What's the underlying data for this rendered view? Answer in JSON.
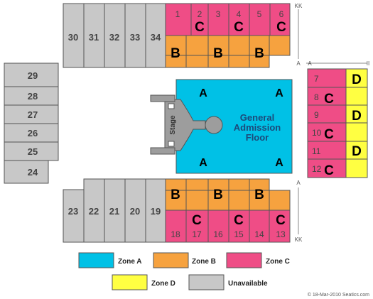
{
  "colors": {
    "zone_a": "#00c1e6",
    "zone_b": "#f6a23f",
    "zone_c": "#ef4d86",
    "zone_d": "#ffff42",
    "unavailable": "#c8c8c8",
    "stage": "#9d9d9d",
    "outline": "#555555",
    "label": "#1c4a7a"
  },
  "row_markers": {
    "kk_top": "KK",
    "a_top_left": "A",
    "a_top_right": "A",
    "ii_top_right": "II",
    "a_bottom": "A",
    "kk_bottom": "KK"
  },
  "floor": {
    "label_line1": "General",
    "label_line2": "Admission",
    "label_line3": "Floor",
    "corner_label": "A",
    "stage_label": "Stage"
  },
  "sections": {
    "s1": "1",
    "s2": "2",
    "s3": "3",
    "s4": "4",
    "s5": "5",
    "s6": "6",
    "s7": "7",
    "s8": "8",
    "s9": "9",
    "s10": "10",
    "s11": "11",
    "s12": "12",
    "s13": "13",
    "s14": "14",
    "s15": "15",
    "s16": "16",
    "s17": "17",
    "s18": "18",
    "s19": "19",
    "s20": "20",
    "s21": "21",
    "s22": "22",
    "s23": "23",
    "s24": "24",
    "s25": "25",
    "s26": "26",
    "s27": "27",
    "s28": "28",
    "s29": "29",
    "s30": "30",
    "s31": "31",
    "s32": "32",
    "s33": "33",
    "s34": "34"
  },
  "zone_letters": {
    "a": "A",
    "b": "B",
    "c": "C",
    "d": "D"
  },
  "legend": {
    "zone_a": "Zone A",
    "zone_b": "Zone B",
    "zone_c": "Zone C",
    "zone_d": "Zone D",
    "unavailable": "Unavailable"
  },
  "copyright": "© 18-Mar-2010 Seatics.com"
}
